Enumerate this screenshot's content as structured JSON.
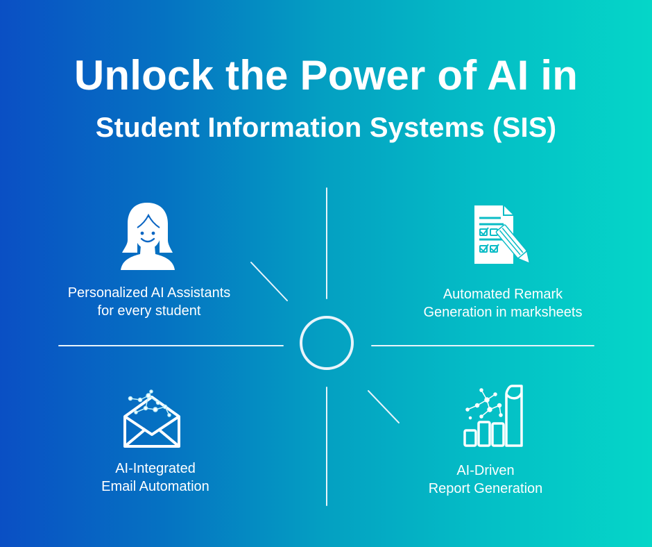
{
  "header": {
    "title_line1": "Unlock the Power of AI in",
    "title_line2": "Student Information Systems (SIS)"
  },
  "theme": {
    "gradient_start": "#0a4fc4",
    "gradient_end": "#05d6c8",
    "text_color": "#ffffff"
  },
  "features": [
    {
      "icon": "student-avatar-icon",
      "line1": "Personalized AI Assistants",
      "line2": "for every student"
    },
    {
      "icon": "marksheet-pencil-icon",
      "line1": "Automated Remark",
      "line2": "Generation in marksheets"
    },
    {
      "icon": "network-envelope-icon",
      "line1": "AI-Integrated",
      "line2": "Email Automation"
    },
    {
      "icon": "bar-chart-network-icon",
      "line1": "AI-Driven",
      "line2": "Report Generation"
    }
  ]
}
